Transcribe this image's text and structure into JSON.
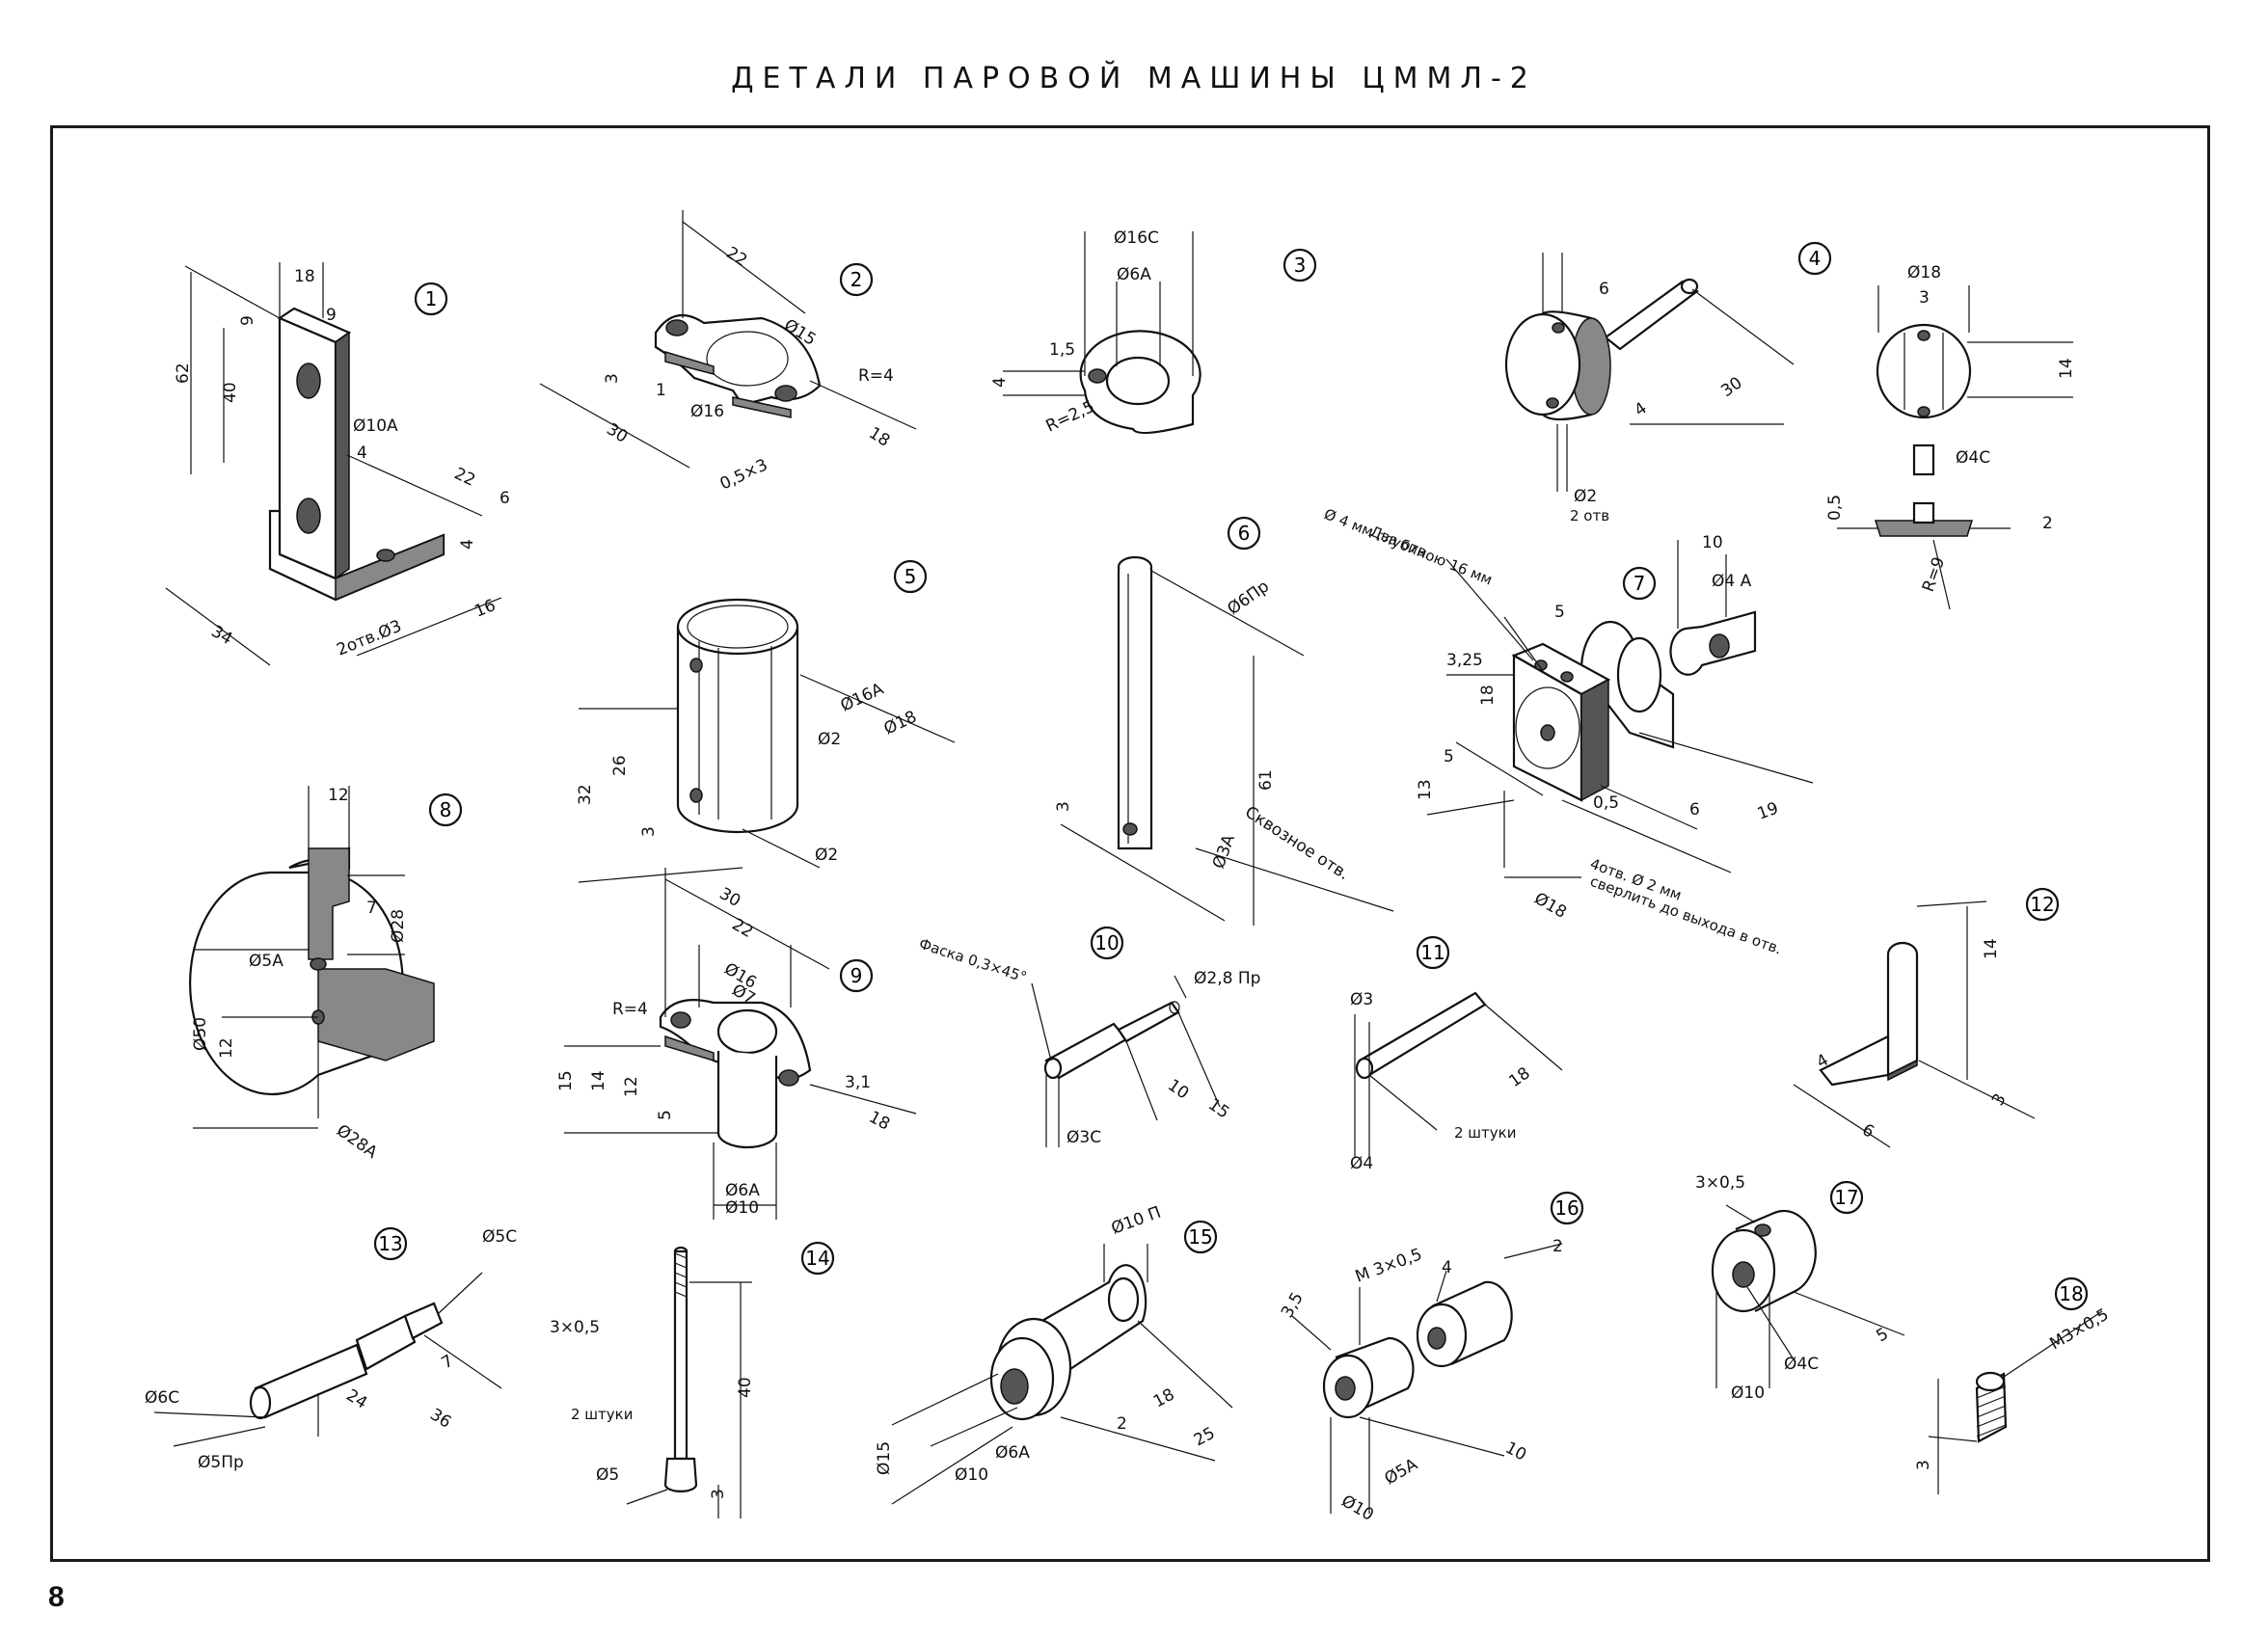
{
  "title": "ДЕТАЛИ ПАРОВОЙ МАШИНЫ ЦММЛ-2",
  "page_number": "8",
  "parts": [
    {
      "number": "1",
      "dims": [
        "18",
        "9",
        "9",
        "62",
        "40",
        "Ø10A",
        "4",
        "22",
        "6",
        "4",
        "34",
        "2отв.Ø3",
        "16"
      ]
    },
    {
      "number": "2",
      "dims": [
        "22",
        "Ø15",
        "R=4",
        "3",
        "1",
        "Ø16",
        "30",
        "18",
        "0,5×3"
      ]
    },
    {
      "number": "3",
      "dims": [
        "Ø16C",
        "Ø6A",
        "1,5",
        "4",
        "R=2,5"
      ]
    },
    {
      "number": "4",
      "dims": [
        "6",
        "30",
        "4",
        "Ø2",
        "2 отв",
        "Ø18",
        "3",
        "14",
        "Ø4C",
        "0,5",
        "2",
        "R=9"
      ]
    },
    {
      "number": "5",
      "dims": [
        "Ø16A",
        "Ø18",
        "Ø2",
        "32",
        "26",
        "3",
        "Ø2"
      ]
    },
    {
      "number": "6",
      "dims": [
        "Ø6Пр",
        "61",
        "3",
        "Ø3A",
        "Сквозное отв."
      ]
    },
    {
      "number": "7",
      "dims": [
        "Два отв.",
        "Ø 4 мм глубиною 16 мм",
        "10",
        "Ø4 A",
        "5",
        "3,25",
        "18",
        "5",
        "13",
        "0,5",
        "6",
        "19",
        "Ø18",
        "4отв. Ø 2 мм",
        "сверлить до выхода в отв."
      ]
    },
    {
      "number": "8",
      "dims": [
        "12",
        "7",
        "Ø28",
        "Ø5A",
        "Ø50",
        "12",
        "Ø28A"
      ]
    },
    {
      "number": "9",
      "dims": [
        "30",
        "22",
        "Ø16",
        "Ø7",
        "R=4",
        "15",
        "14",
        "12",
        "5",
        "3,1",
        "18",
        "Ø6A",
        "Ø10"
      ]
    },
    {
      "number": "10",
      "dims": [
        "Фаска 0,3×45°",
        "Ø2,8 Пр",
        "10",
        "15",
        "Ø3C"
      ]
    },
    {
      "number": "11",
      "dims": [
        "Ø3",
        "18",
        "2 штуки",
        "Ø4"
      ]
    },
    {
      "number": "12",
      "dims": [
        "14",
        "4",
        "6",
        "3"
      ]
    },
    {
      "number": "13",
      "dims": [
        "Ø5C",
        "7",
        "24",
        "36",
        "Ø6C",
        "Ø5Пр"
      ]
    },
    {
      "number": "14",
      "dims": [
        "3×0,5",
        "2 штуки",
        "40",
        "Ø5",
        "3"
      ]
    },
    {
      "number": "15",
      "dims": [
        "Ø10 П",
        "18",
        "25",
        "Ø15",
        "Ø10",
        "Ø6A",
        "2"
      ]
    },
    {
      "number": "16",
      "dims": [
        "М 3×0,5",
        "4",
        "2",
        "3,5",
        "10",
        "Ø10",
        "Ø5A"
      ]
    },
    {
      "number": "17",
      "dims": [
        "3×0,5",
        "5",
        "Ø4C",
        "Ø10"
      ]
    },
    {
      "number": "18",
      "dims": [
        "М3×0,5",
        "3"
      ]
    }
  ]
}
